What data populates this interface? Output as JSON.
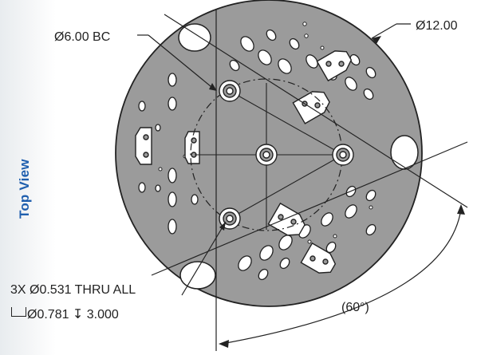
{
  "view_label": "Top View",
  "callouts": {
    "bolt_circle": "Ø6.00 BC",
    "outer_diameter": "Ø12.00",
    "angle": "(60°)",
    "hole_spec_line1": "3X  Ø0.531 THRU ALL",
    "hole_spec_line2": "Ø0.781 ↧ 3.000"
  },
  "colors": {
    "plate_fill": "#9b9b9b",
    "line": "#222222",
    "label_blue": "#1f5fae"
  },
  "icons": {
    "counterbore_symbol": "counterbore-icon",
    "depth_symbol": "depth-icon"
  }
}
